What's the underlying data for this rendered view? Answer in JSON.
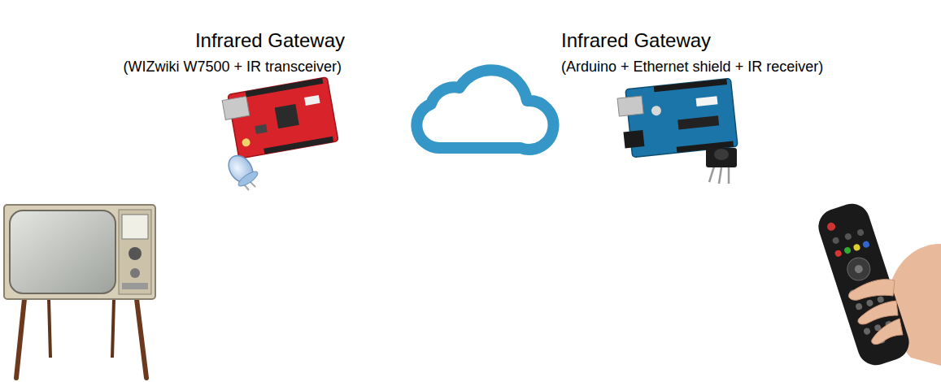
{
  "diagram": {
    "labels": [
      "Infrared Gateway",
      "(WIZwiki W7500 + IR transceiver)",
      "Infrared Gateway",
      "(Arduino + Ethernet shield + IR receiver)"
    ]
  }
}
